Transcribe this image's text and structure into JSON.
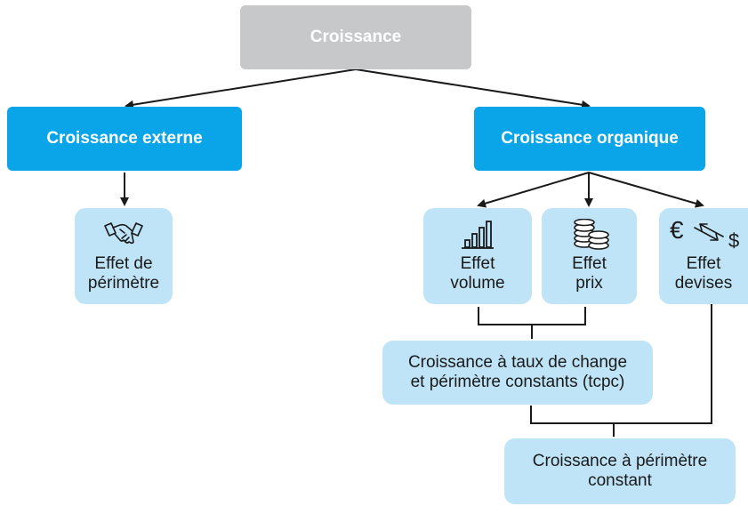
{
  "root": {
    "label": "Croissance"
  },
  "external": {
    "label": "Croissance externe",
    "child": {
      "line1": "Effet de",
      "line2": "périmètre",
      "icon": "handshake-icon"
    }
  },
  "organic": {
    "label": "Croissance organique",
    "volume": {
      "line1": "Effet",
      "line2": "volume",
      "icon": "bar-chart-icon"
    },
    "price": {
      "line1": "Effet",
      "line2": "prix",
      "icon": "coins-icon"
    },
    "currency": {
      "line1": "Effet",
      "line2": "devises",
      "icon": "currency-exchange-icon",
      "symbol_left": "€",
      "symbol_right": "$"
    }
  },
  "tcpc": {
    "line1": "Croissance à taux de change",
    "line2": "et périmètre constants (tcpc)"
  },
  "constant": {
    "line1": "Croissance à périmètre",
    "line2": "constant"
  },
  "colors": {
    "root": "#c7c8ca",
    "blue": "#0aa5e8",
    "pale": "#bfe4f7",
    "line": "#1a1a1a"
  }
}
